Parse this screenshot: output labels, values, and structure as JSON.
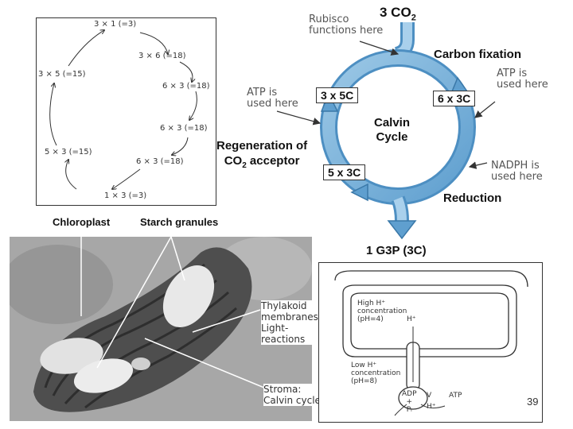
{
  "sketch": {
    "steps": [
      "3 × 1 (=3)",
      "3 × 6 (=18)",
      "6 × 3 (=18)",
      "6 × 3 (=18)",
      "6 × 3 (=18)",
      "1 × 3 (=3)",
      "5 × 3 (=15)",
      "3 × 5 (=15)"
    ]
  },
  "calvin": {
    "input": "3 CO",
    "input_sub": "2",
    "center_line1": "Calvin",
    "center_line2": "Cycle",
    "carbon_fixation": "Carbon fixation",
    "six_3c": "6 x 3C",
    "three_5c": "3 x 5C",
    "five_3c": "5 x 3C",
    "reduction": "Reduction",
    "regen_line1": "Regeneration of",
    "regen_line2_pre": "CO",
    "regen_line2_sub": "2",
    "regen_line2_post": " acceptor",
    "output": "1 G3P (3C)"
  },
  "notes": {
    "rubisco_1": "Rubisco",
    "rubisco_2": "functions here",
    "atp_left_1": "ATP is",
    "atp_left_2": "used here",
    "atp_right_1": "ATP is",
    "atp_right_2": "used here",
    "nadph_1": "NADPH is",
    "nadph_2": "used here"
  },
  "micro": {
    "chloroplast": "Chloroplast",
    "starch": "Starch granules",
    "thylakoid_1": "Thylakoid",
    "thylakoid_2": "membranes:",
    "thylakoid_3": "Light-",
    "thylakoid_4": "reactions",
    "stroma_1": "Stroma:",
    "stroma_2": "Calvin cycle"
  },
  "pump": {
    "high_1": "High H⁺",
    "high_2": "concentration",
    "high_3": "(pH=4)",
    "low_1": "Low H⁺",
    "low_2": "concentration",
    "low_3": "(pH=8)",
    "h_top": "H⁺",
    "adp": "ADP",
    "plus": "+",
    "pi": "Pᵢ",
    "v": "V",
    "h_bottom": "H⁺",
    "atp": "ATP"
  },
  "page_number": "39"
}
